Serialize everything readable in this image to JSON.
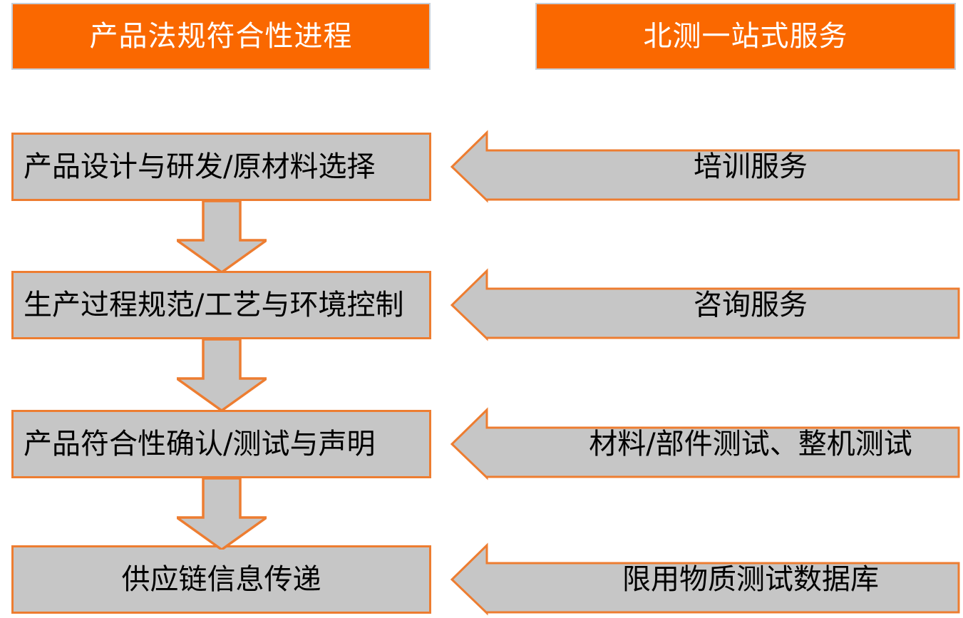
{
  "diagram": {
    "headers": [
      {
        "id": "process-column",
        "label": "产品法规符合性进程"
      },
      {
        "id": "service-column",
        "label": "北测一站式服务"
      }
    ],
    "process_steps": [
      {
        "label": "产品设计与研发/原材料选择",
        "align": "left"
      },
      {
        "label": "生产过程规范/工艺与环境控制",
        "align": "left"
      },
      {
        "label": "产品符合性确认/测试与声明",
        "align": "left"
      },
      {
        "label": "供应链信息传递",
        "align": "center"
      }
    ],
    "services": [
      {
        "label": "培训服务"
      },
      {
        "label": "咨询服务"
      },
      {
        "label": "材料/部件测试、整机测试"
      },
      {
        "label": "限用物质测试数据库"
      }
    ],
    "flow_arrows": [
      {
        "direction": "down",
        "from": "产品设计与研发/原材料选择",
        "to": "生产过程规范/工艺与环境控制"
      },
      {
        "direction": "down",
        "from": "生产过程规范/工艺与环境控制",
        "to": "产品符合性确认/测试与声明"
      },
      {
        "direction": "down",
        "from": "产品符合性确认/测试与声明",
        "to": "供应链信息传递"
      }
    ],
    "colors": {
      "header_fill": "#FA6800",
      "header_border": "#C6CFD8",
      "header_text": "#FFFFFF",
      "box_fill": "#C6C6C6",
      "box_border": "#ED7D31",
      "box_text": "#000000",
      "background": "#FFFFFF"
    }
  }
}
